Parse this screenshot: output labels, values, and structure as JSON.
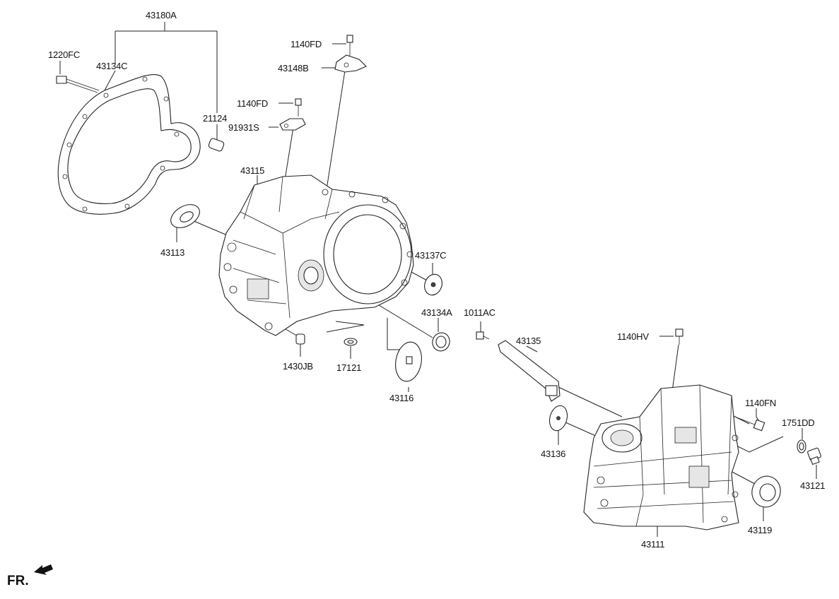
{
  "labels": {
    "p43180A": "43180A",
    "p1220FC": "1220FC",
    "p43134C": "43134C",
    "p21124": "21124",
    "p1140FD_top": "1140FD",
    "p43148B": "43148B",
    "p1140FD_mid": "1140FD",
    "p91931S": "91931S",
    "p43115": "43115",
    "p43113": "43113",
    "p43137C": "43137C",
    "p43134A": "43134A",
    "p1011AC": "1011AC",
    "p1430JB": "1430JB",
    "p17121": "17121",
    "p43116": "43116",
    "p43135": "43135",
    "p1140HV": "1140HV",
    "p1140FN": "1140FN",
    "p1751DD": "1751DD",
    "p43136": "43136",
    "p43121": "43121",
    "p43119": "43119",
    "p43111": "43111"
  },
  "front_indicator": {
    "text": "FR.",
    "icon": "front-direction-arrow-icon"
  }
}
